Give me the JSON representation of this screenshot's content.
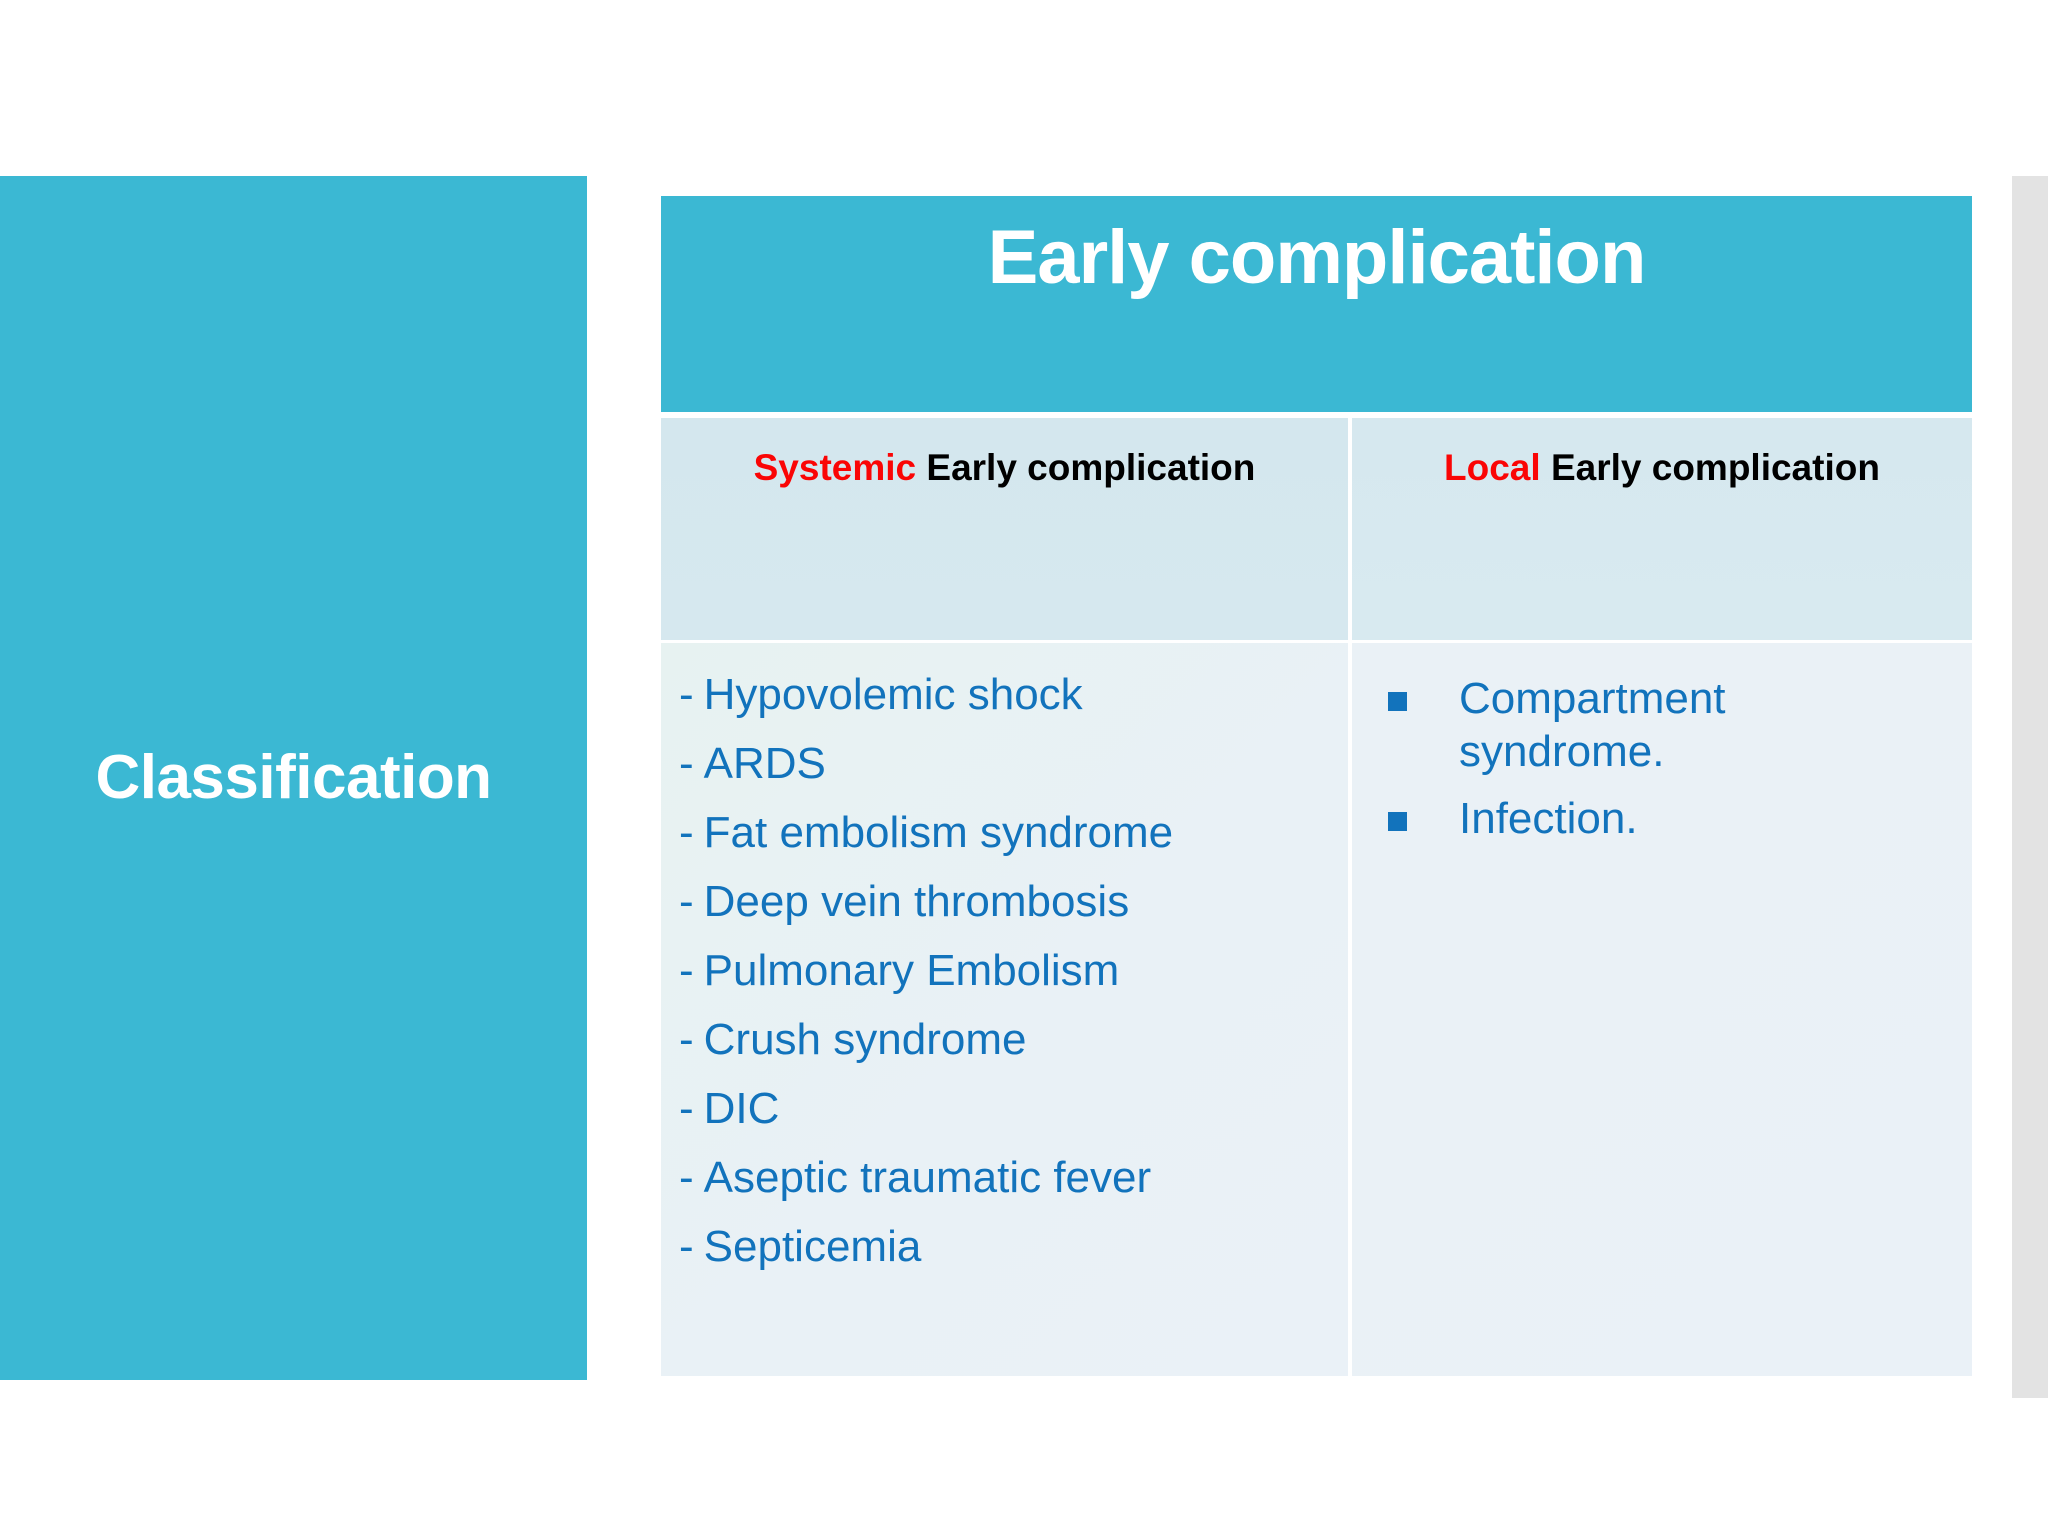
{
  "slide": {
    "left_panel": {
      "label": "Classification",
      "background_color": "#3bb8d3",
      "text_color": "#ffffff"
    },
    "table": {
      "title": "Early complication",
      "title_band_color": "#3bb8d3",
      "title_text_color": "#ffffff",
      "header_background_color": "#d4e6ef",
      "accent_red": "#fa0505",
      "body_text_color": "#1273bc",
      "columns": [
        {
          "header_keyword": "Systemic",
          "header_rest": "Early complication",
          "bullet_style": "dash",
          "items": [
            "Hypovolemic shock",
            "ARDS",
            "Fat embolism syndrome",
            "Deep vein thrombosis",
            "Pulmonary Embolism",
            "Crush syndrome",
            "DIC",
            "Aseptic traumatic fever",
            "Septicemia"
          ]
        },
        {
          "header_keyword": "Local",
          "header_rest": "Early complication",
          "bullet_style": "square",
          "items": [
            "Compartment syndrome.",
            "Infection."
          ]
        }
      ]
    },
    "edge_strip": {
      "color": "#e3e3e3"
    }
  },
  "marks": {
    "dash": "-"
  }
}
